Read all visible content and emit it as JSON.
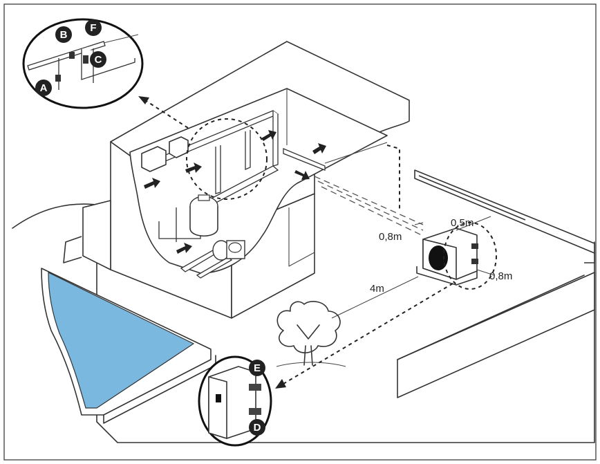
{
  "diagram": {
    "dimensions": {
      "pipe_run_distance": "0,8m",
      "side_clearance": "0,5m",
      "rear_clearance": "0,8m",
      "front_clearance": "4m"
    },
    "valve_markers": {
      "a": "A",
      "b": "B",
      "c": "C",
      "d": "D",
      "e": "E",
      "f": "F"
    },
    "colors": {
      "pool_water": "#7ab8e0",
      "line": "#333333",
      "badge": "#222222",
      "frame": "#555555"
    }
  }
}
